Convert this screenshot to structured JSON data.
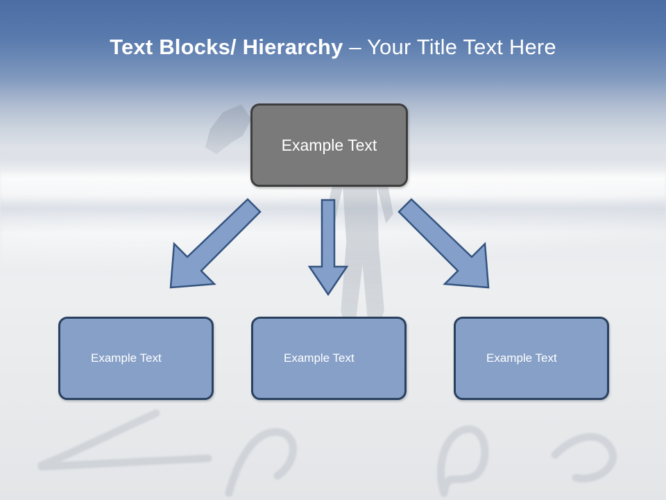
{
  "slide": {
    "title": {
      "bold_part": "Text Blocks/ Hierarchy ",
      "separator": "– ",
      "light_part": "Your Title Text Here",
      "color": "#ffffff"
    },
    "background": {
      "description": "beach-photo",
      "sky_color": "#4c6da4",
      "sand_color": "#e9ebef"
    },
    "diagram": {
      "type": "hierarchy",
      "root": {
        "label": "Example  Text",
        "fill": "#7a7a7a",
        "border": "#3d3d3d",
        "text_color": "#ffffff"
      },
      "children": [
        {
          "label": "Example Text",
          "fill": "#87a0c8",
          "border": "#29405e",
          "text_color": "#ffffff"
        },
        {
          "label": "Example Text",
          "fill": "#87a0c8",
          "border": "#29405e",
          "text_color": "#ffffff"
        },
        {
          "label": "Example Text",
          "fill": "#87a0c8",
          "border": "#29405e",
          "text_color": "#ffffff"
        }
      ],
      "connectors": [
        {
          "name": "arrow-down-left",
          "direction": "down-left",
          "fill": "#84a0ca",
          "border": "#33537f"
        },
        {
          "name": "arrow-down",
          "direction": "down",
          "fill": "#84a0ca",
          "border": "#33537f"
        },
        {
          "name": "arrow-down-right",
          "direction": "down-right",
          "fill": "#84a0ca",
          "border": "#33537f"
        }
      ]
    }
  }
}
